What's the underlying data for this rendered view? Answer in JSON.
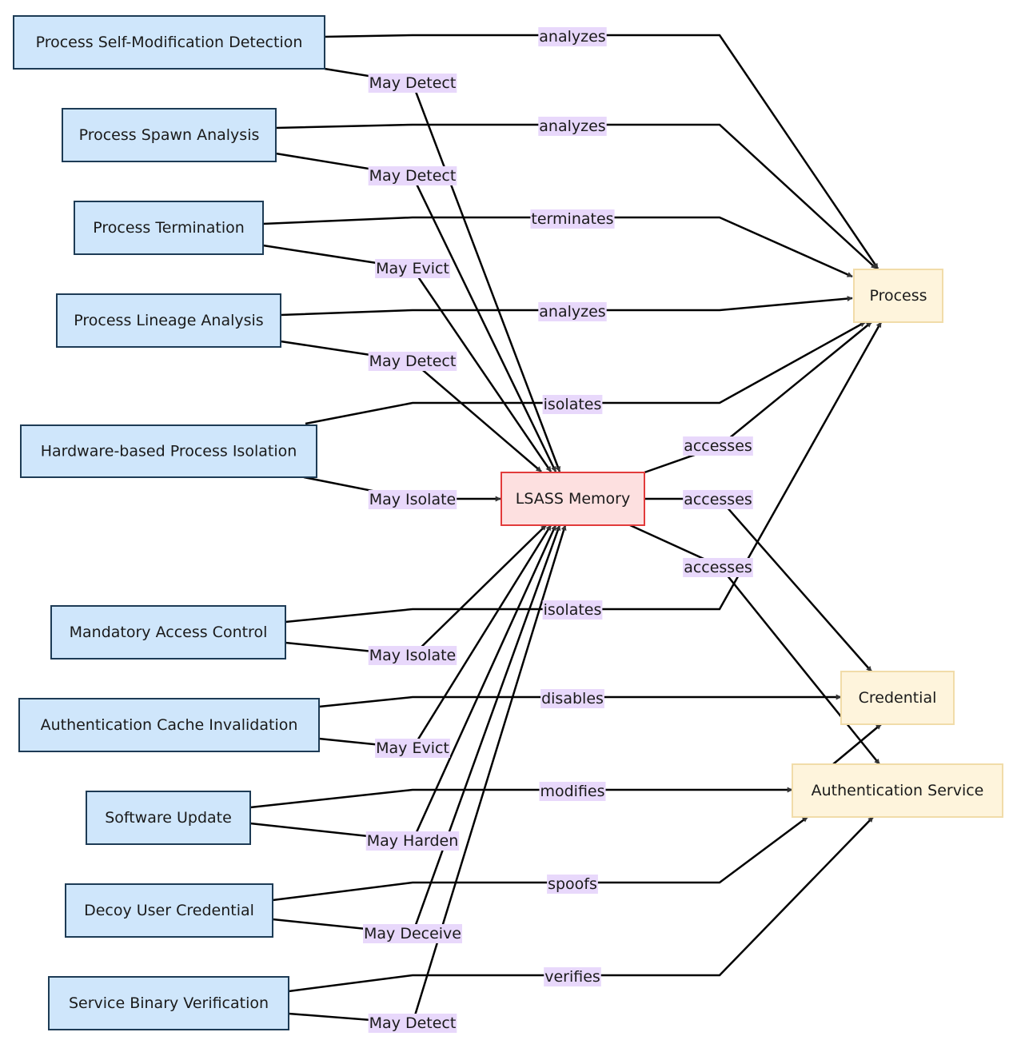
{
  "colors": {
    "mitigation_fill": "#cfe6fb",
    "mitigation_stroke": "#1d3b55",
    "target_fill": "#fde0e0",
    "target_stroke": "#e23b3b",
    "artifact_fill": "#fef4dc",
    "artifact_stroke": "#f1dca9",
    "edge_label_bg": "#e8d8fb",
    "edge_stroke": "#000000"
  },
  "nodes": {
    "psmd": {
      "label": "Process Self-Modification Detection",
      "kind": "mitigation"
    },
    "psa": {
      "label": "Process Spawn Analysis",
      "kind": "mitigation"
    },
    "pt": {
      "label": "Process Termination",
      "kind": "mitigation"
    },
    "pla": {
      "label": "Process Lineage Analysis",
      "kind": "mitigation"
    },
    "hbpi": {
      "label": "Hardware-based Process Isolation",
      "kind": "mitigation"
    },
    "mac": {
      "label": "Mandatory Access Control",
      "kind": "mitigation"
    },
    "aci": {
      "label": "Authentication Cache Invalidation",
      "kind": "mitigation"
    },
    "su": {
      "label": "Software Update",
      "kind": "mitigation"
    },
    "duc": {
      "label": "Decoy User Credential",
      "kind": "mitigation"
    },
    "sbv": {
      "label": "Service Binary Verification",
      "kind": "mitigation"
    },
    "lsass": {
      "label": "LSASS Memory",
      "kind": "target"
    },
    "process": {
      "label": "Process",
      "kind": "artifact"
    },
    "credential": {
      "label": "Credential",
      "kind": "artifact"
    },
    "authsvc": {
      "label": "Authentication Service",
      "kind": "artifact"
    }
  },
  "edges": [
    {
      "id": "psmd-process",
      "label": "analyzes"
    },
    {
      "id": "psmd-lsass",
      "label": "May Detect"
    },
    {
      "id": "psa-process",
      "label": "analyzes"
    },
    {
      "id": "psa-lsass",
      "label": "May Detect"
    },
    {
      "id": "pt-process",
      "label": "terminates"
    },
    {
      "id": "pt-lsass",
      "label": "May Evict"
    },
    {
      "id": "pla-process",
      "label": "analyzes"
    },
    {
      "id": "pla-lsass",
      "label": "May Detect"
    },
    {
      "id": "hbpi-process",
      "label": "isolates"
    },
    {
      "id": "hbpi-lsass",
      "label": "May Isolate"
    },
    {
      "id": "lsass-process",
      "label": "accesses"
    },
    {
      "id": "lsass-credential",
      "label": "accesses"
    },
    {
      "id": "lsass-authsvc",
      "label": "accesses"
    },
    {
      "id": "mac-process",
      "label": "isolates"
    },
    {
      "id": "mac-lsass",
      "label": "May Isolate"
    },
    {
      "id": "aci-credential",
      "label": "disables"
    },
    {
      "id": "aci-lsass",
      "label": "May Evict"
    },
    {
      "id": "su-authsvc",
      "label": "modifies"
    },
    {
      "id": "su-lsass",
      "label": "May Harden"
    },
    {
      "id": "duc-authsvc",
      "label": "spoofs"
    },
    {
      "id": "duc-lsass",
      "label": "May Deceive"
    },
    {
      "id": "sbv-authsvc",
      "label": "verifies"
    },
    {
      "id": "sbv-lsass",
      "label": "May Detect"
    },
    {
      "id": "authsvc-credential",
      "label": ""
    }
  ]
}
